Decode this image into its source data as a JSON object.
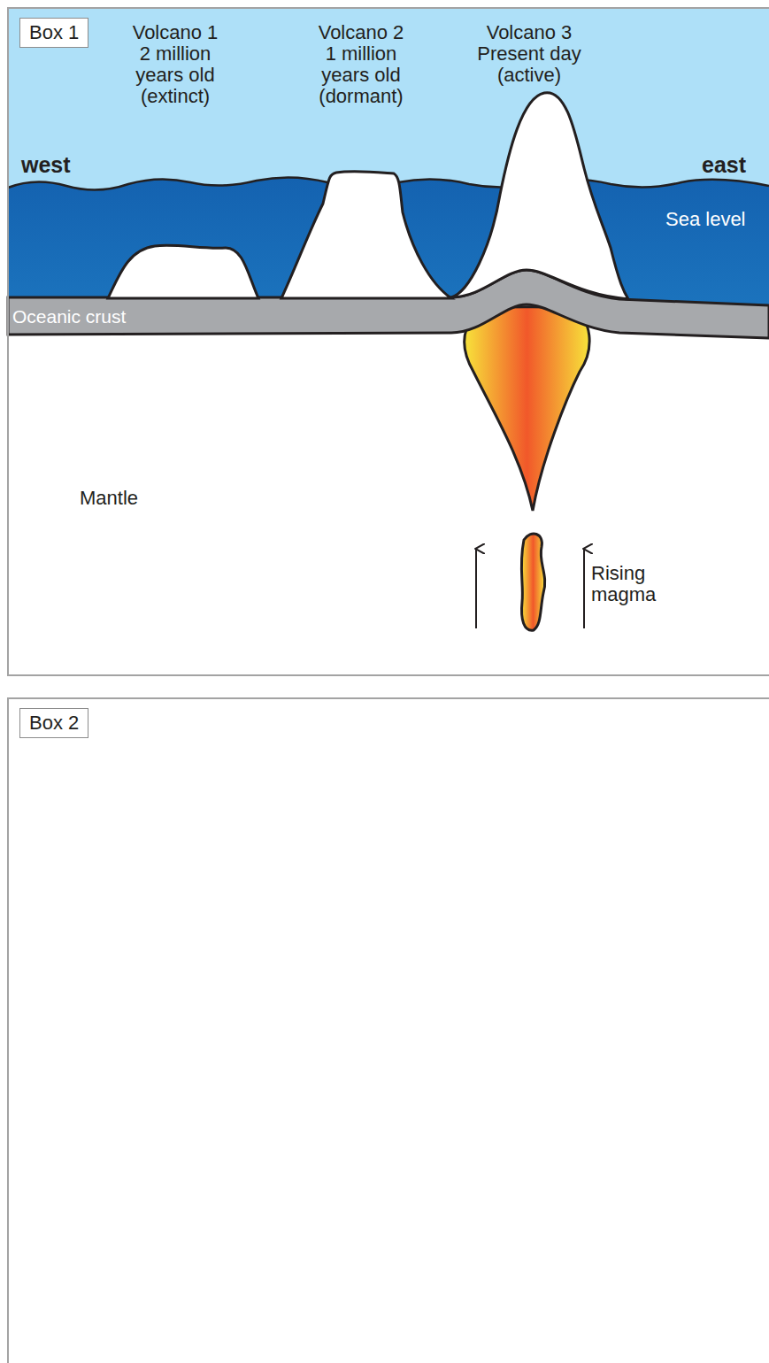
{
  "diagram": {
    "nodes": [
      {
        "text": [
          "Box 1"
        ]
      },
      {
        "text": [
          "Box 2"
        ]
      }
    ],
    "labels": [
      "Volcano 1 2 million years old (extinct)",
      "Volcano 2 1 million years old (dormant)",
      "Volcano 3 Present day (active)",
      "west",
      "east",
      "Sea level",
      "Oceanic crust",
      "Mantle",
      "Rising magma"
    ]
  }
}
